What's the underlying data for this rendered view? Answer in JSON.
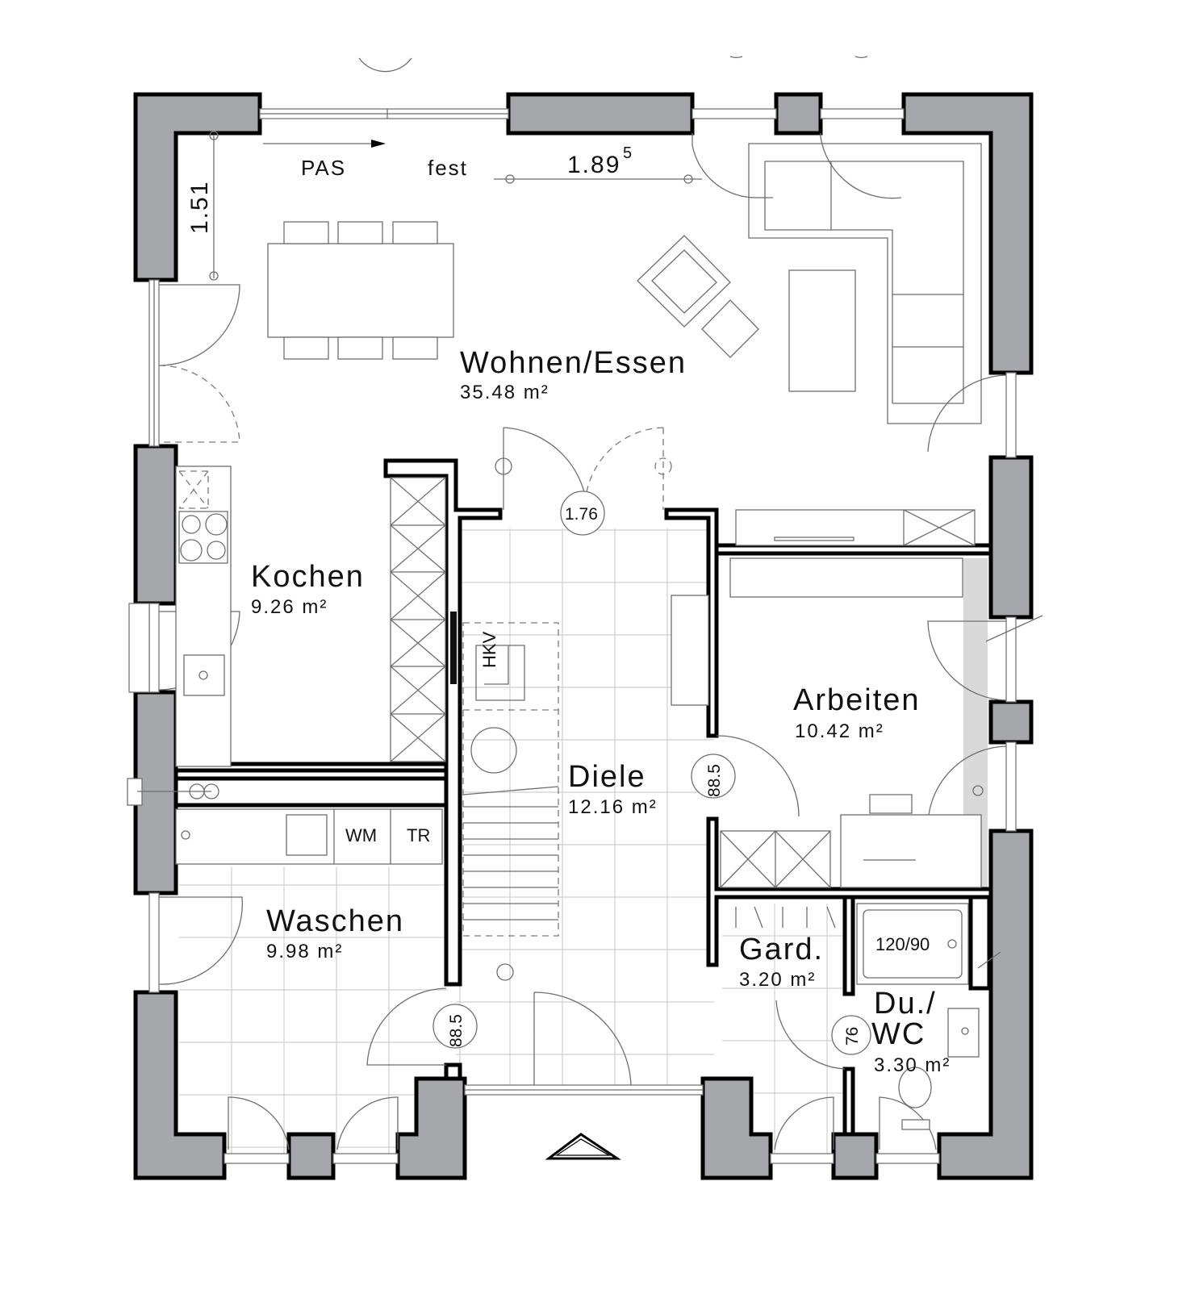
{
  "rooms": {
    "wohnen": {
      "name": "Wohnen/Essen",
      "area": "35.48 m²"
    },
    "kochen": {
      "name": "Kochen",
      "area": "9.26 m²"
    },
    "arbeiten": {
      "name": "Arbeiten",
      "area": "10.42 m²"
    },
    "diele": {
      "name": "Diele",
      "area": "12.16 m²"
    },
    "waschen": {
      "name": "Waschen",
      "area": "9.98 m²"
    },
    "gard": {
      "name": "Gard.",
      "area": "3.20 m²"
    },
    "duwc": {
      "name_line1": "Du./",
      "name_line2": "WC",
      "area": "3.30 m²"
    }
  },
  "labels": {
    "pas": "PAS",
    "fest": "fest",
    "dim_width": "1.89",
    "dim_width_sup": "5",
    "dim_height": "1.51",
    "door_176": "1.76",
    "door_885_a": "88.5",
    "door_885_b": "88.5",
    "door_76": "76",
    "hkv": "HKV",
    "wm": "WM",
    "tr": "TR",
    "shower": "120/90"
  },
  "colors": {
    "wall_fill": "#a6a7ab",
    "line": "#000000",
    "tile_grid": "#cfcfcf"
  }
}
